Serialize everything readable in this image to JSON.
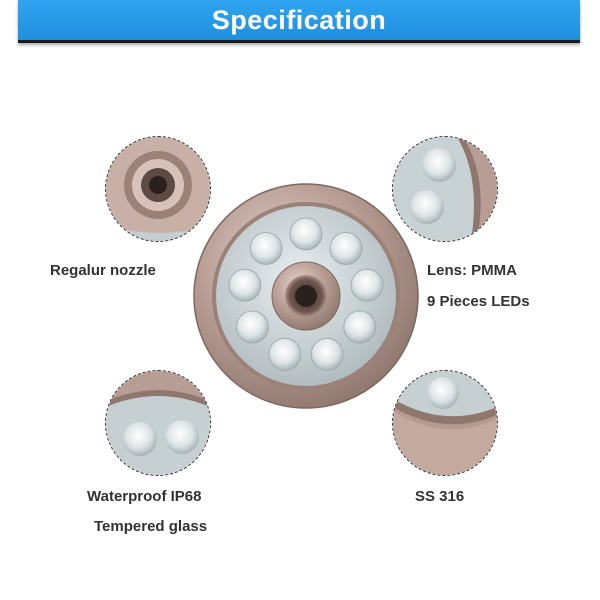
{
  "header": {
    "title": "Specification"
  },
  "labels": {
    "nozzle": "Regalur nozzle",
    "lens": "Lens: PMMA",
    "leds": "9 Pieces LEDs",
    "waterproof": "Waterproof IP68",
    "glass": "Tempered glass",
    "steel": "SS 316"
  },
  "colors": {
    "header_blue": "#2fa4f0",
    "steel_ring": "#b79c93",
    "lens_face": "#c7d0d3"
  },
  "product": {
    "led_count": 9
  }
}
